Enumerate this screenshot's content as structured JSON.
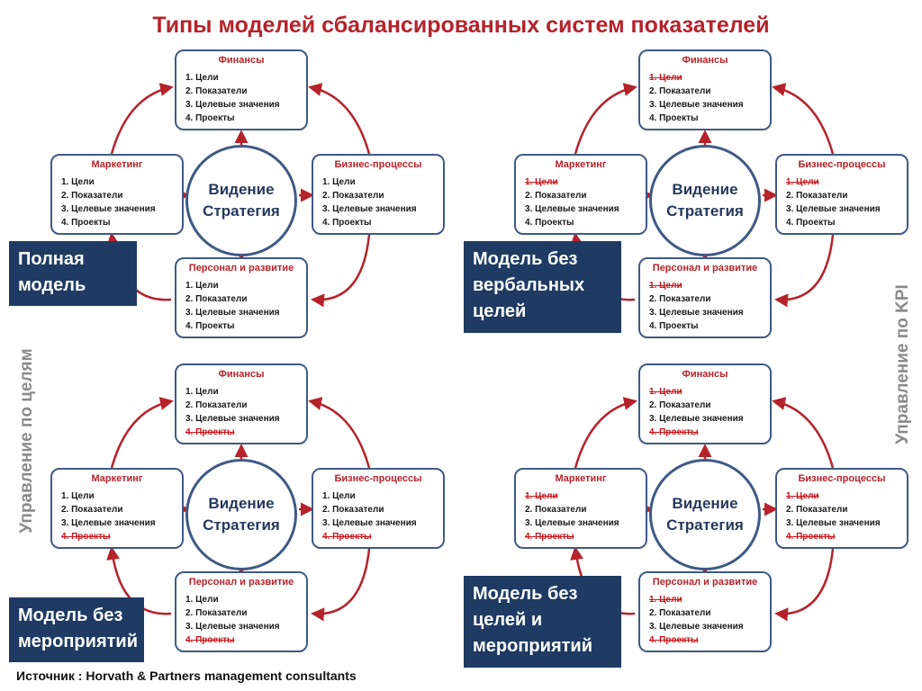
{
  "title": "Типы моделей сбалансированных систем показателей",
  "source": "Источник : Horvath & Partners management consultants",
  "side_labels": {
    "left": "Управление по целям",
    "right": "Управление по KPI"
  },
  "center": {
    "line1": "Видение",
    "line2": "Стратегия"
  },
  "box_titles": {
    "finance": "Финансы",
    "marketing": "Маркетинг",
    "business": "Бизнес-процессы",
    "personnel": "Персонал и развитие"
  },
  "colors": {
    "accent_red": "#b5232a",
    "box_border": "#3e5a86",
    "label_bg": "#1f3b63",
    "arrow": "#b5232a"
  },
  "panels": [
    {
      "label": "Полная модель",
      "finance": [
        {
          "text": "1. Цели",
          "struck": false
        },
        {
          "text": "2. Показатели",
          "struck": false
        },
        {
          "text": "3. Целевые значения",
          "struck": false
        },
        {
          "text": "4. Проекты",
          "struck": false
        }
      ],
      "marketing": [
        {
          "text": "1. Цели",
          "struck": false
        },
        {
          "text": "2. Показатели",
          "struck": false
        },
        {
          "text": "3. Целевые значения",
          "struck": false
        },
        {
          "text": "4. Проекты",
          "struck": false
        }
      ],
      "business": [
        {
          "text": "1. Цели",
          "struck": false
        },
        {
          "text": "2. Показатели",
          "struck": false
        },
        {
          "text": "3. Целевые значения",
          "struck": false
        },
        {
          "text": "4. Проекты",
          "struck": false
        }
      ],
      "personnel": [
        {
          "text": "1. Цели",
          "struck": false
        },
        {
          "text": "2. Показатели",
          "struck": false
        },
        {
          "text": "3. Целевые значения",
          "struck": false
        },
        {
          "text": "4. Проекты",
          "struck": false
        }
      ]
    },
    {
      "label": "Модель без вербальных целей",
      "finance": [
        {
          "text": "1. Цели",
          "struck": true
        },
        {
          "text": "2. Показатели",
          "struck": false
        },
        {
          "text": "3. Целевые значения",
          "struck": false
        },
        {
          "text": "4. Проекты",
          "struck": false
        }
      ],
      "marketing": [
        {
          "text": "1. Цели",
          "struck": true
        },
        {
          "text": "2. Показатели",
          "struck": false
        },
        {
          "text": "3. Целевые значения",
          "struck": false
        },
        {
          "text": "4. Проекты",
          "struck": false
        }
      ],
      "business": [
        {
          "text": "1. Цели",
          "struck": true
        },
        {
          "text": "2. Показатели",
          "struck": false
        },
        {
          "text": "3. Целевые значения",
          "struck": false
        },
        {
          "text": "4. Проекты",
          "struck": false
        }
      ],
      "personnel": [
        {
          "text": "1. Цели",
          "struck": true
        },
        {
          "text": "2. Показатели",
          "struck": false
        },
        {
          "text": "3. Целевые значения",
          "struck": false
        },
        {
          "text": "4. Проекты",
          "struck": false
        }
      ]
    },
    {
      "label": "Модель без мероприятий",
      "finance": [
        {
          "text": "1. Цели",
          "struck": false
        },
        {
          "text": "2. Показатели",
          "struck": false
        },
        {
          "text": "3. Целевые значения",
          "struck": false
        },
        {
          "text": "4. Проекты",
          "struck": true
        }
      ],
      "marketing": [
        {
          "text": "1. Цели",
          "struck": false
        },
        {
          "text": "2. Показатели",
          "struck": false
        },
        {
          "text": "3. Целевые значения",
          "struck": false
        },
        {
          "text": "4. Проекты",
          "struck": true
        }
      ],
      "business": [
        {
          "text": "1. Цели",
          "struck": false
        },
        {
          "text": "2. Показатели",
          "struck": false
        },
        {
          "text": "3. Целевые значения",
          "struck": false
        },
        {
          "text": "4. Проекты",
          "struck": true
        }
      ],
      "personnel": [
        {
          "text": "1. Цели",
          "struck": false
        },
        {
          "text": "2. Показатели",
          "struck": false
        },
        {
          "text": "3. Целевые значения",
          "struck": false
        },
        {
          "text": "4. Проекты",
          "struck": true
        }
      ]
    },
    {
      "label": "Модель без целей и мероприятий",
      "finance": [
        {
          "text": "1. Цели",
          "struck": true
        },
        {
          "text": "2. Показатели",
          "struck": false
        },
        {
          "text": "3. Целевые значения",
          "struck": false
        },
        {
          "text": "4. Проекты",
          "struck": true
        }
      ],
      "marketing": [
        {
          "text": "1. Цели",
          "struck": true
        },
        {
          "text": "2. Показатели",
          "struck": false
        },
        {
          "text": "3. Целевые значения",
          "struck": false
        },
        {
          "text": "4. Проекты",
          "struck": true
        }
      ],
      "business": [
        {
          "text": "1. Цели",
          "struck": true
        },
        {
          "text": "2. Показатели",
          "struck": false
        },
        {
          "text": "3. Целевые значения",
          "struck": false
        },
        {
          "text": "4. Проекты",
          "struck": true
        }
      ],
      "personnel": [
        {
          "text": "1. Цели",
          "struck": true
        },
        {
          "text": "2. Показатели",
          "struck": false
        },
        {
          "text": "3. Целевые значения",
          "struck": false
        },
        {
          "text": "4. Проекты",
          "struck": true
        }
      ]
    }
  ]
}
